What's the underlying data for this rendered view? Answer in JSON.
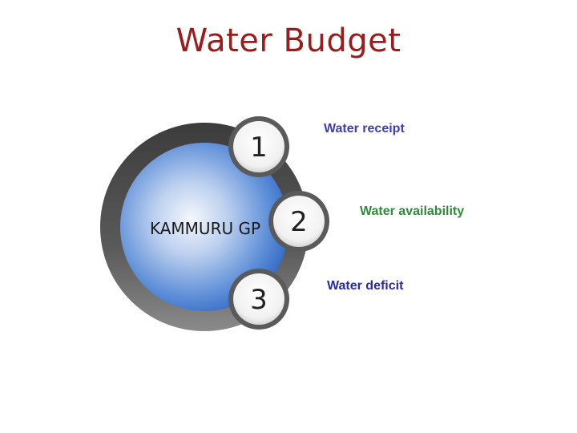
{
  "title": "Water Budget",
  "center_label": "KAMMURU GP",
  "steps": [
    {
      "number": "1",
      "label": "Water receipt",
      "color": "#3f3fa6"
    },
    {
      "number": "2",
      "label": "Water availability",
      "color": "#2e8b3a"
    },
    {
      "number": "3",
      "label": "Water deficit",
      "color": "#2a2aa6"
    }
  ],
  "colors": {
    "title": "#9b1c1c",
    "ring": "#555555",
    "disc_center": "#ffffff",
    "disc_edge": "#2f67c4"
  }
}
